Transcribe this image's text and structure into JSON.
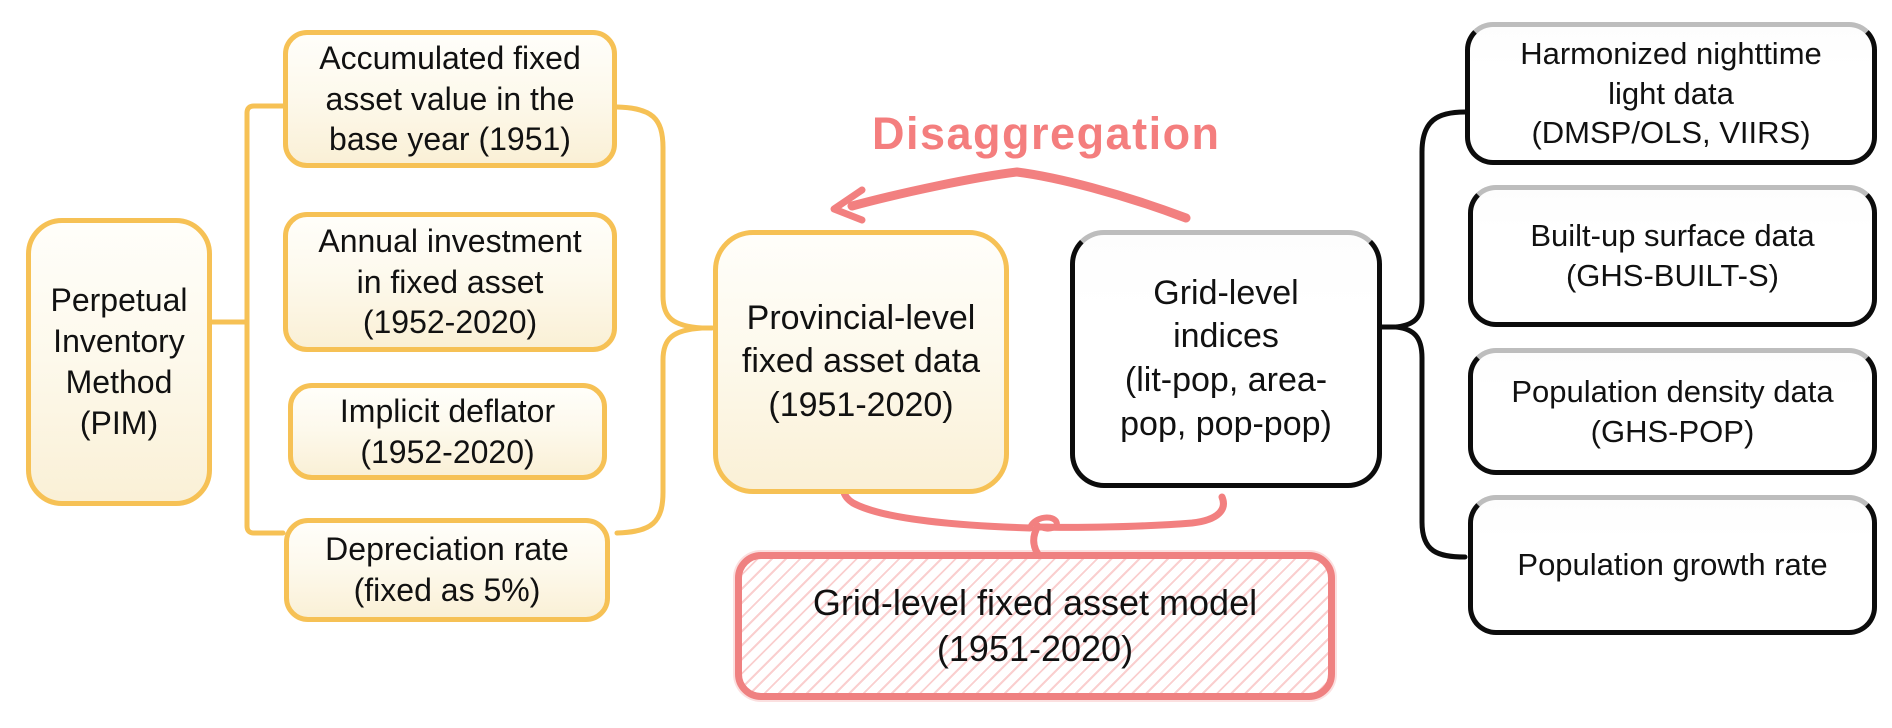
{
  "colors": {
    "accent_yellow": "#F6C155",
    "accent_pink": "#F28080",
    "cream_fill": "#FDF7E6",
    "black_border": "#0C0C0C",
    "text": "#111111"
  },
  "nodes": {
    "pim": {
      "label": "Perpetual\nInventory\nMethod\n(PIM)"
    },
    "accumulated": {
      "label": "Accumulated fixed\nasset value in the\nbase year (1951)"
    },
    "annual_investment": {
      "label": "Annual investment\nin fixed asset\n(1952-2020)"
    },
    "implicit_deflator": {
      "label": "Implicit deflator\n(1952-2020)"
    },
    "depreciation_rate": {
      "label": "Depreciation rate\n(fixed as 5%)"
    },
    "provincial": {
      "label": "Provincial-level\nfixed asset data\n(1951-2020)"
    },
    "grid_indices": {
      "label": "Grid-level\nindices\n(lit-pop, area-\npop, pop-pop)"
    },
    "nightlight": {
      "label": "Harmonized nighttime\nlight data\n(DMSP/OLS, VIIRS)"
    },
    "builtup": {
      "label": "Built-up surface data\n(GHS-BUILT-S)"
    },
    "popdensity": {
      "label": "Population density data\n(GHS-POP)"
    },
    "popgrowth": {
      "label": "Population growth rate"
    },
    "grid_model": {
      "label": "Grid-level fixed asset model\n(1951-2020)"
    },
    "disaggregation": {
      "label": "Disaggregation"
    }
  }
}
